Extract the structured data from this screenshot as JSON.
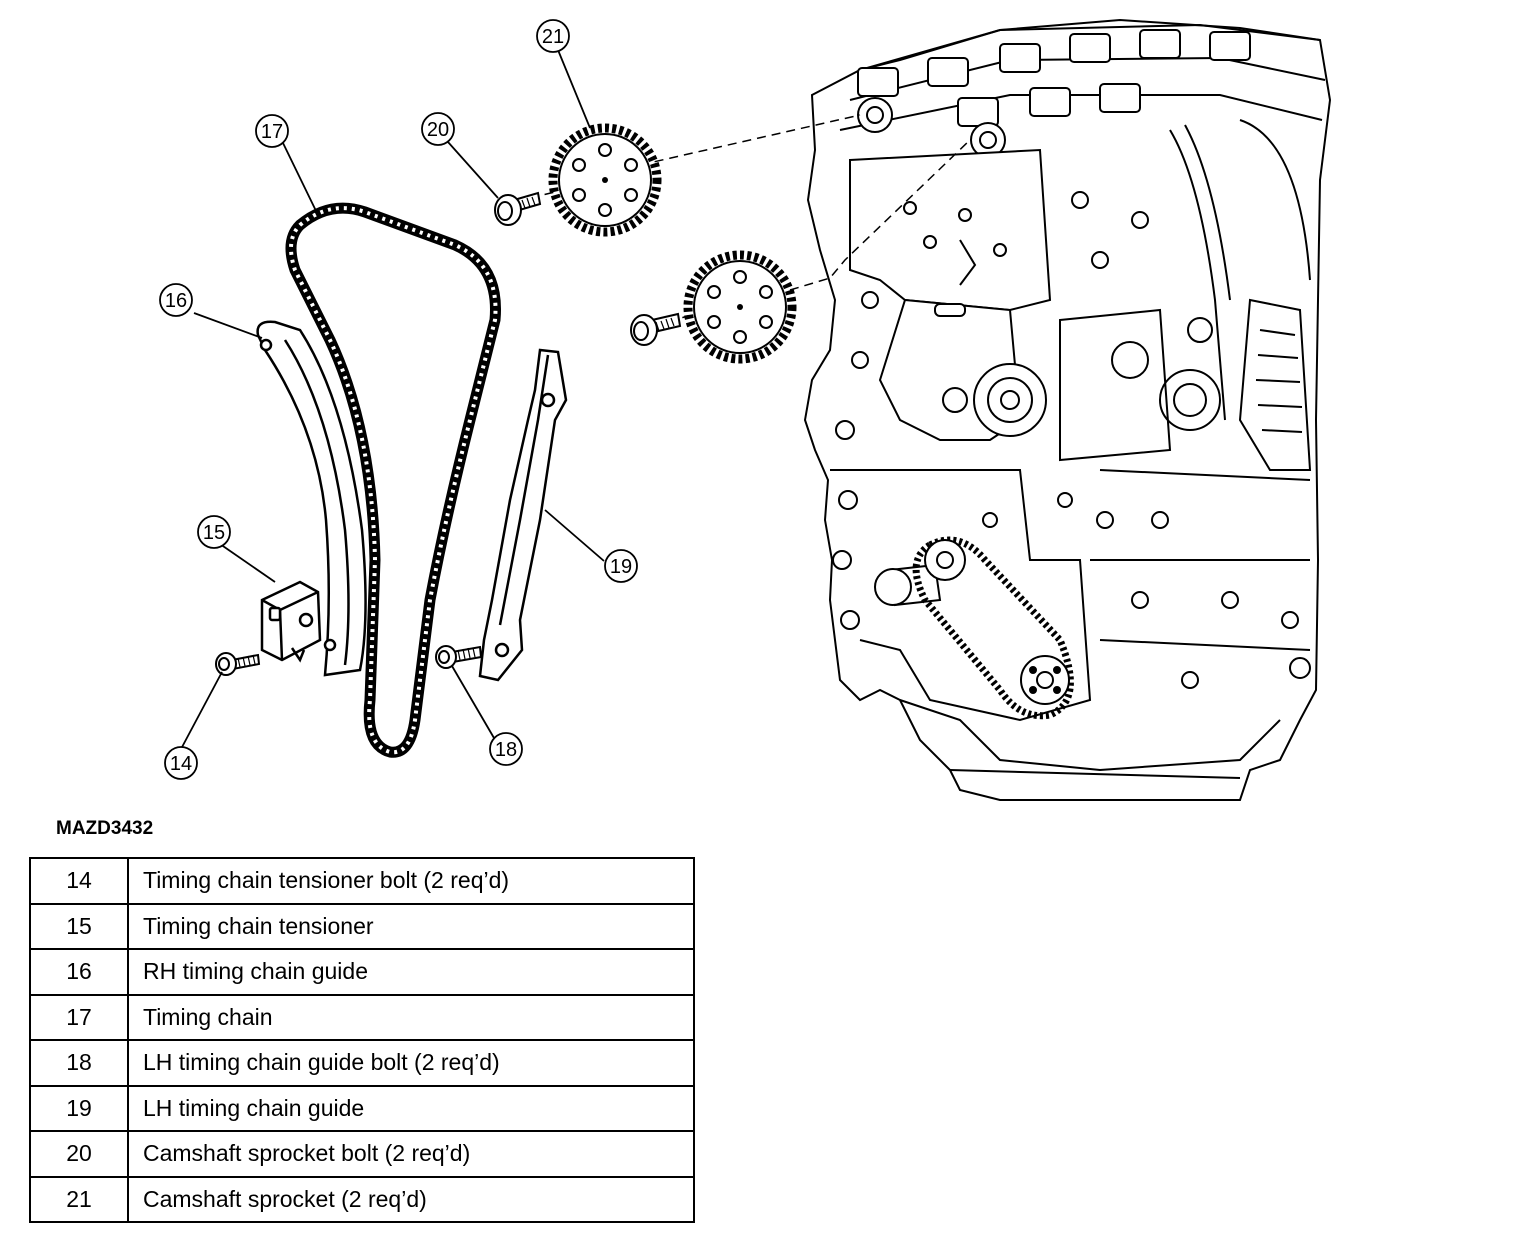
{
  "figure_id": "MAZD3432",
  "callouts": [
    "14",
    "15",
    "16",
    "17",
    "18",
    "19",
    "20",
    "21"
  ],
  "legend": [
    {
      "num": "14",
      "desc": "Timing chain tensioner bolt (2 req’d)"
    },
    {
      "num": "15",
      "desc": "Timing chain tensioner"
    },
    {
      "num": "16",
      "desc": "RH timing chain guide"
    },
    {
      "num": "17",
      "desc": "Timing chain"
    },
    {
      "num": "18",
      "desc": "LH timing chain guide bolt (2 req’d)"
    },
    {
      "num": "19",
      "desc": "LH timing chain guide"
    },
    {
      "num": "20",
      "desc": "Camshaft sprocket bolt (2 req’d)"
    },
    {
      "num": "21",
      "desc": "Camshaft sprocket (2 req’d)"
    }
  ]
}
